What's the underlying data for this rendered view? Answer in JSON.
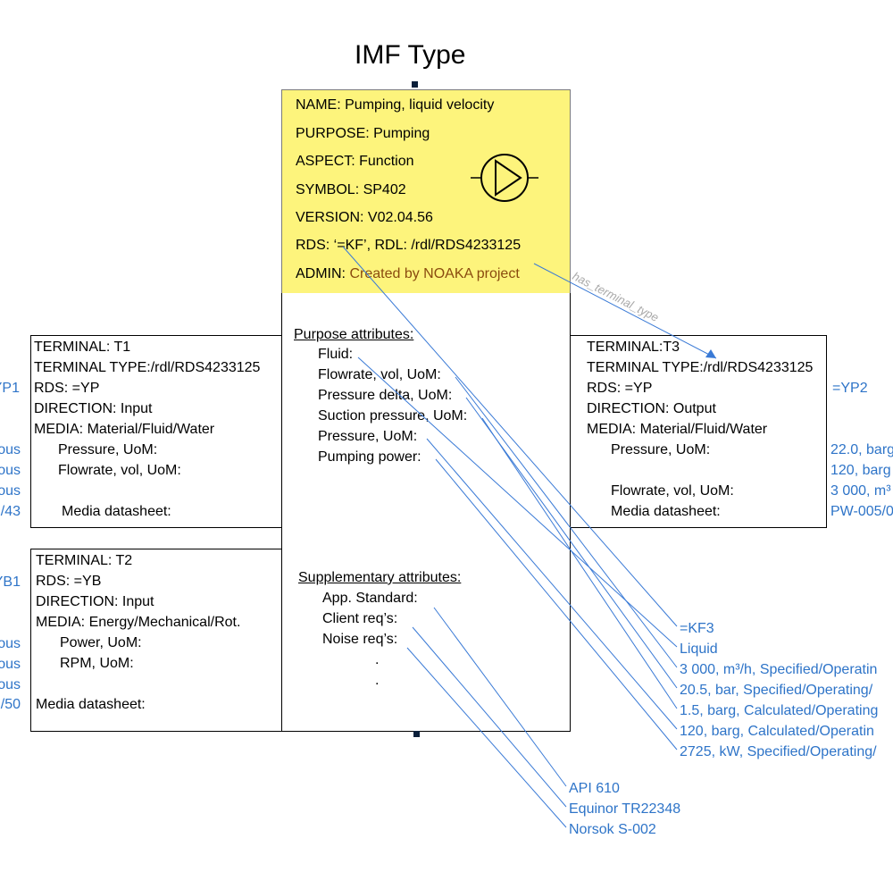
{
  "title": "IMF Type",
  "header": {
    "name": "NAME: Pumping, liquid velocity",
    "purpose": "PURPOSE: Pumping",
    "aspect": "ASPECT: Function",
    "symbol": "SYMBOL: SP402",
    "version": "VERSION: V02.04.56",
    "rds": "RDS: ‘=KF’, RDL: /rdl/RDS4233125",
    "admin_label": "ADMIN: ",
    "admin_value": "Created by NOAKA project",
    "symbol_icon": "pump-symbol"
  },
  "edge_label": "has_terminal_type",
  "center": {
    "purpose_heading": "Purpose attributes:",
    "purpose_items": [
      "Fluid:",
      "Flowrate, vol, UoM:",
      "Pressure delta, UoM:",
      "Suction pressure, UoM:",
      "Pressure, UoM:",
      "Pumping power:"
    ],
    "supp_heading": "Supplementary attributes:",
    "supp_items": [
      "App. Standard:",
      "Client req’s:",
      "Noise req’s:",
      ".",
      "."
    ]
  },
  "t1": {
    "lines": [
      "TERMINAL: T1",
      "TERMINAL TYPE:/rdl/RDS4233125",
      "RDS: =YP",
      "DIRECTION: Input",
      "MEDIA: Material/Fluid/Water"
    ],
    "sub": [
      "Pressure, UoM:",
      "Flowrate, vol, UoM:"
    ],
    "datasheet": "Media datasheet:",
    "left_values": [
      "YP1",
      "ous",
      "ous",
      "ous",
      "/43"
    ]
  },
  "t2": {
    "lines": [
      "TERMINAL: T2",
      "RDS: =YB",
      "DIRECTION: Input",
      "MEDIA: Energy/Mechanical/Rot."
    ],
    "sub": [
      "Power, UoM:",
      "RPM, UoM:"
    ],
    "datasheet": "Media datasheet:",
    "left_values": [
      "YB1",
      "ous",
      "ous",
      "ous",
      "/50"
    ]
  },
  "t3": {
    "lines": [
      "TERMINAL:T3",
      "TERMINAL TYPE:/rdl/RDS4233125",
      "RDS: =YP",
      "DIRECTION: Output",
      "MEDIA: Material/Fluid/Water"
    ],
    "sub_pressure": "Pressure, UoM:",
    "sub_flow": "Flowrate, vol, UoM:",
    "datasheet": "Media datasheet:",
    "right_values": [
      "=YP2",
      "22.0, barg",
      "120, barg",
      "3 000, m³",
      "PW-005/0"
    ]
  },
  "values": {
    "purpose": [
      "=KF3",
      "Liquid",
      "3 000, m³/h, Specified/Operatin",
      "20.5, bar, Specified/Operating/",
      "1.5, barg, Calculated/Operating",
      "120, barg, Calculated/Operatin",
      "2725, kW, Specified/Operating/"
    ],
    "supplementary": [
      "API 610",
      "Equinor TR22348",
      "Norsok S-002"
    ]
  },
  "colors": {
    "value_blue": "#2e74c8",
    "header_yellow": "#fdf47c",
    "admin_brown": "#8a4b0f"
  }
}
